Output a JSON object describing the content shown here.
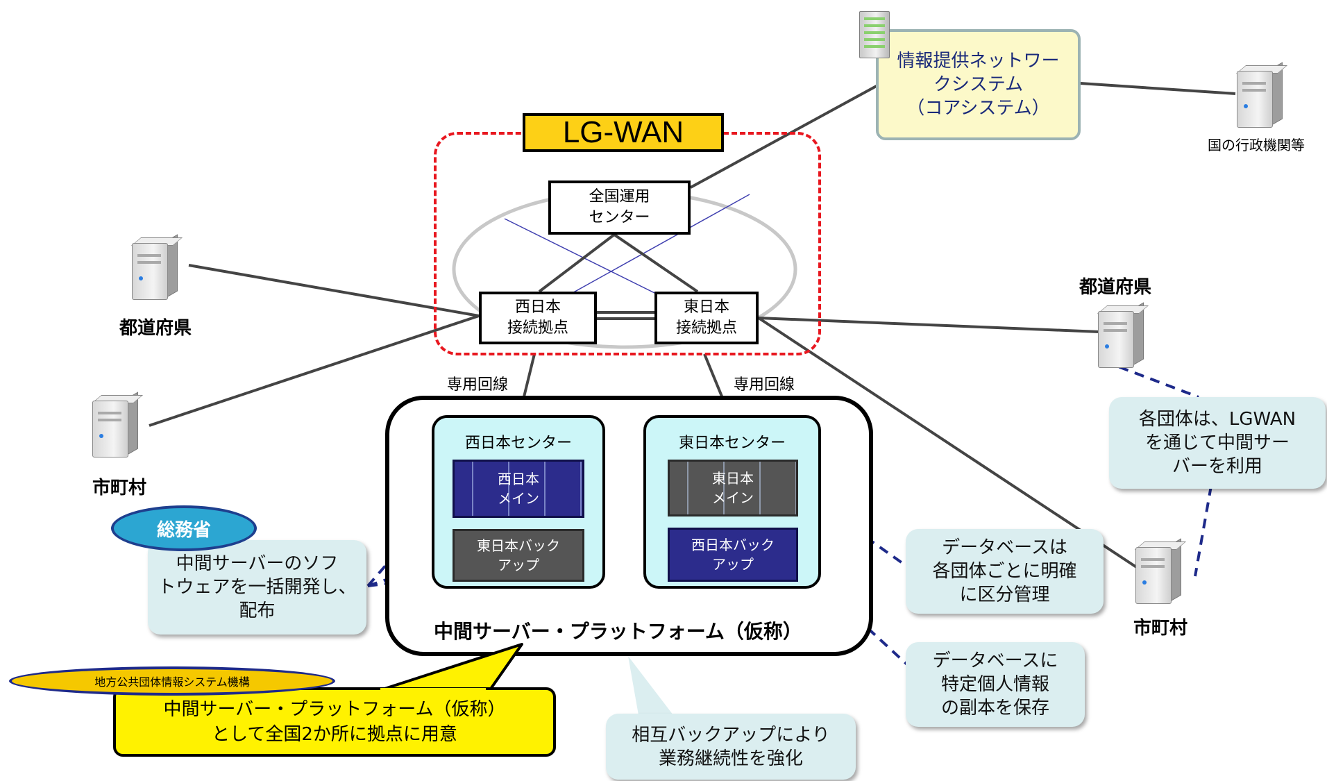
{
  "lgwan_label": "LG-WAN",
  "nodes": {
    "national_center": [
      "全国運用",
      "センター"
    ],
    "west_point": [
      "西日本",
      "接続拠点"
    ],
    "east_point": [
      "東日本",
      "接続拠点"
    ]
  },
  "core_system": [
    "情報提供ネットワー",
    "クシステム",
    "（コアシステム）"
  ],
  "govt_agencies": "国の行政機関等",
  "leased_line": "専用回線",
  "prefecture": "都道府県",
  "municipality": "市町村",
  "west_center": {
    "title": "西日本センター",
    "main": [
      "西日本",
      "メイン"
    ],
    "backup": [
      "東日本バック",
      "アップ"
    ]
  },
  "east_center": {
    "title": "東日本センター",
    "main": [
      "東日本",
      "メイン"
    ],
    "backup": [
      "西日本バック",
      "アップ"
    ]
  },
  "platform_label": "中間サーバー・プラットフォーム（仮称）",
  "soumu_badge": "総務省",
  "soumu_callout": [
    "中間サーバーのソフ",
    "トウェアを一括開発し、",
    "配布"
  ],
  "jlis_badge": "地方公共団体情報システム機構",
  "jlis_callout": [
    "中間サーバー・プラットフォーム（仮称）",
    "として全国2か所に拠点に用意"
  ],
  "backup_callout": [
    "相互バックアップにより",
    "業務継続性を強化"
  ],
  "lgwan_callout": [
    "各団体は、LGWAN",
    "を通じて中間サー",
    "バーを利用"
  ],
  "db_callout1": [
    "データベースは",
    "各団体ごとに明確",
    "に区分管理"
  ],
  "db_callout2": [
    "データベースに",
    "特定個人情報",
    "の副本を保存"
  ],
  "colors": {
    "lgwan_fill": "#fdd016",
    "lgwan_border": "#e8171f",
    "center_fill": "#ccf6f8",
    "navy_block": "#2c2c8c",
    "grey_block": "#555555",
    "core_fill": "#fcf9c9",
    "soumu_badge": "#2ca6d2",
    "jlis_callout": "#fff200",
    "callout_fill": "#dbeef0",
    "dashed_link": "#1e2a8a"
  },
  "icons": [
    "server-icon",
    "rack-server-icon"
  ]
}
